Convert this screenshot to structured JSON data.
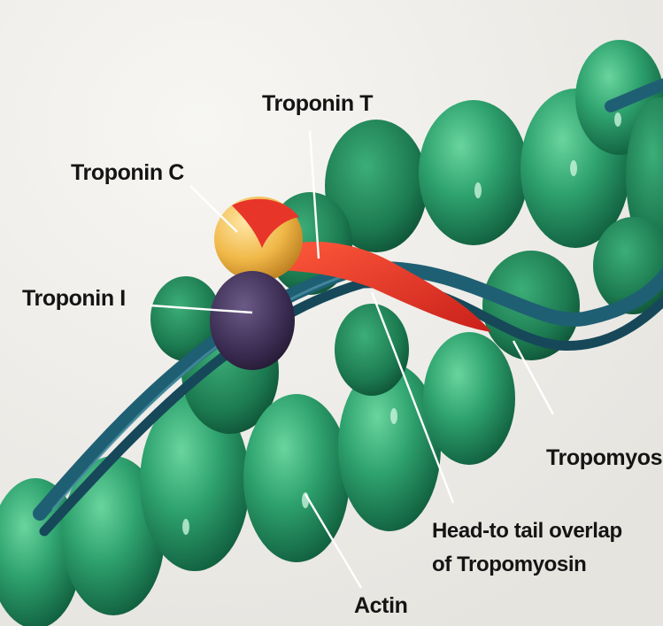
{
  "labels": {
    "troponin_t": "Troponin T",
    "troponin_c": "Troponin C",
    "troponin_i": "Troponin I",
    "tropomyosin": "Tropomyosin",
    "overlap_line1": "Head-to tail overlap",
    "overlap_line2": "of Tropomyosin",
    "actin": "Actin"
  },
  "colors": {
    "actin": "#2fa36f",
    "tropomyosin": "#1f5f73",
    "troponin_t": "#e8352a",
    "troponin_c": "#f0b848",
    "troponin_i": "#3b2c52"
  },
  "icons": {
    "figure": "actin-filament-illustration"
  }
}
